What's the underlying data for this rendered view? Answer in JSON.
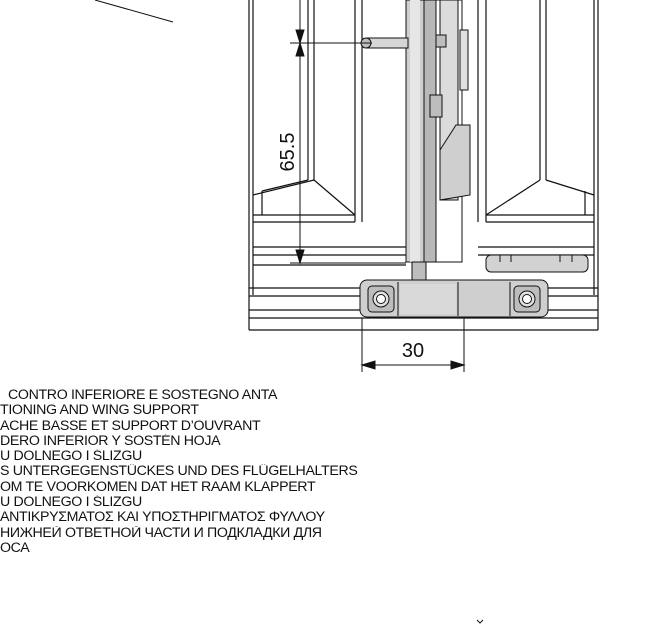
{
  "dimensions": {
    "vertical": "65.5",
    "horizontal": "30"
  },
  "caption_lines": [
    "CONTRO INFERIORE E SOSTEGNO ANTA",
    "TIONING  AND WING SUPPORT",
    "ACHE BASSE ET  SUPPORT D’OUVRANT",
    "DERO INFERIOR Y SOSTÉN HOJA",
    "U DOLNEGO I ŚLIZGU",
    "S UNTERGEGENSTÜCKES UND DES FLÜGELHALTERS",
    " OM TE VOORKOMEN DAT HET RAAM KLAPPERT",
    "U DOLNEGO I ŚLIZGU",
    "ΑΝΤΙΚΡΥΣΜΑΤΟΣ ΚΑΙ ΥΠΟΣΤΗΡΙΓΜΑΤΟΣ ΦΥΛΛΟΥ",
    " НИЖНЕЙ ОТВЕТНОЙ ЧАСТИ И ПОДКЛАДКИ ДЛЯ",
    "ОСА"
  ],
  "colors": {
    "line": "#111111",
    "part_fill": "#cfcfcf",
    "part_dark": "#9a9a9a"
  }
}
